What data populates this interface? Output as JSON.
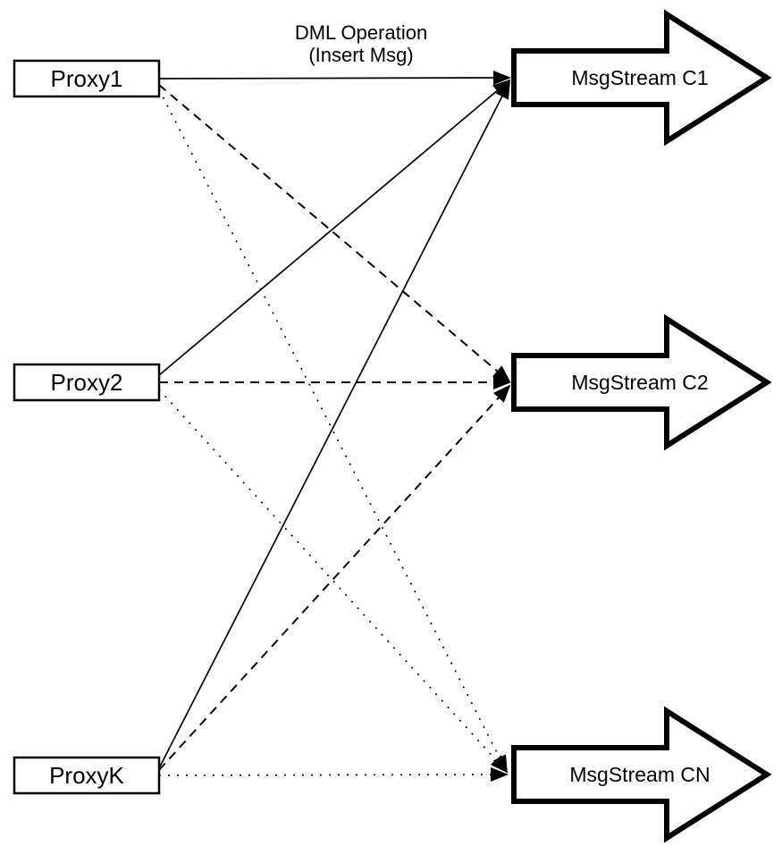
{
  "diagram": {
    "colors": {
      "stroke": "#000000",
      "fill": "#ffffff",
      "background": "#ffffff"
    },
    "edge_label": {
      "line1": "DML Operation",
      "line2": "(Insert Msg)"
    },
    "proxies": [
      {
        "id": "proxy1",
        "label": "Proxy1"
      },
      {
        "id": "proxy2",
        "label": "Proxy2"
      },
      {
        "id": "proxyk",
        "label": "ProxyK"
      }
    ],
    "streams": [
      {
        "id": "c1",
        "label": "MsgStream C1"
      },
      {
        "id": "c2",
        "label": "MsgStream C2"
      },
      {
        "id": "cn",
        "label": "MsgStream CN"
      }
    ],
    "edges": [
      {
        "from": "Proxy1",
        "to": "MsgStream C1",
        "style": "solid",
        "label": "DML Operation (Insert Msg)"
      },
      {
        "from": "Proxy1",
        "to": "MsgStream C2",
        "style": "dashed"
      },
      {
        "from": "Proxy1",
        "to": "MsgStream CN",
        "style": "dotted"
      },
      {
        "from": "Proxy2",
        "to": "MsgStream C1",
        "style": "solid"
      },
      {
        "from": "Proxy2",
        "to": "MsgStream C2",
        "style": "dashed"
      },
      {
        "from": "Proxy2",
        "to": "MsgStream CN",
        "style": "dotted"
      },
      {
        "from": "ProxyK",
        "to": "MsgStream C1",
        "style": "solid"
      },
      {
        "from": "ProxyK",
        "to": "MsgStream C2",
        "style": "dashed"
      },
      {
        "from": "ProxyK",
        "to": "MsgStream CN",
        "style": "dotted"
      }
    ]
  }
}
